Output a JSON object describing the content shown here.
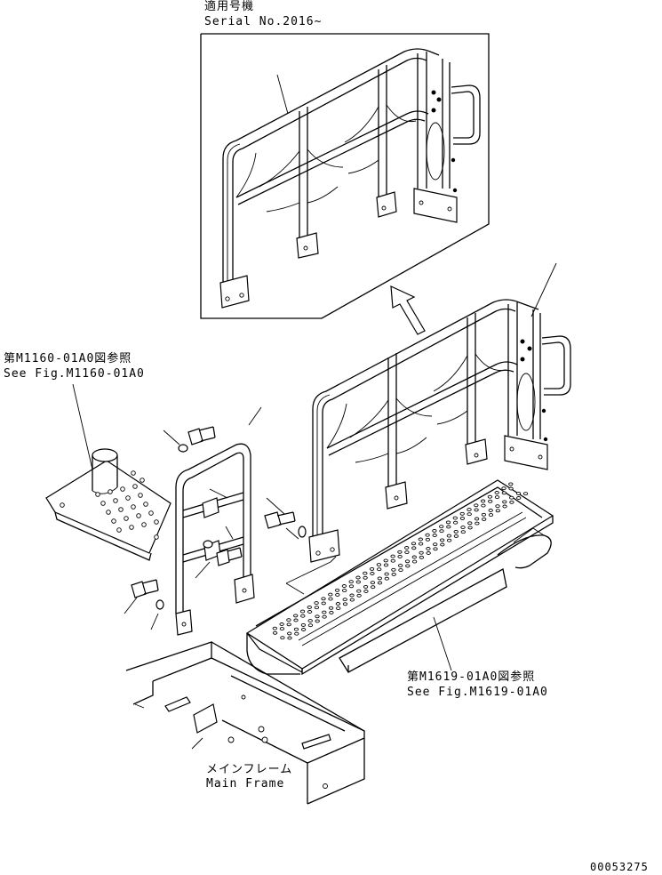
{
  "inset": {
    "title_jp": "適用号機",
    "title_en": "Serial No.2016~"
  },
  "callouts": {
    "ref_seat_jp": "第M1160-01A0図参照",
    "ref_seat_en": "See Fig.M1160-01A0",
    "ref_step_jp": "第M1619-01A0図参照",
    "ref_step_en": "See Fig.M1619-01A0",
    "frame_jp": "メインフレーム",
    "frame_en": "Main Frame"
  },
  "drawing_number": "00053275"
}
